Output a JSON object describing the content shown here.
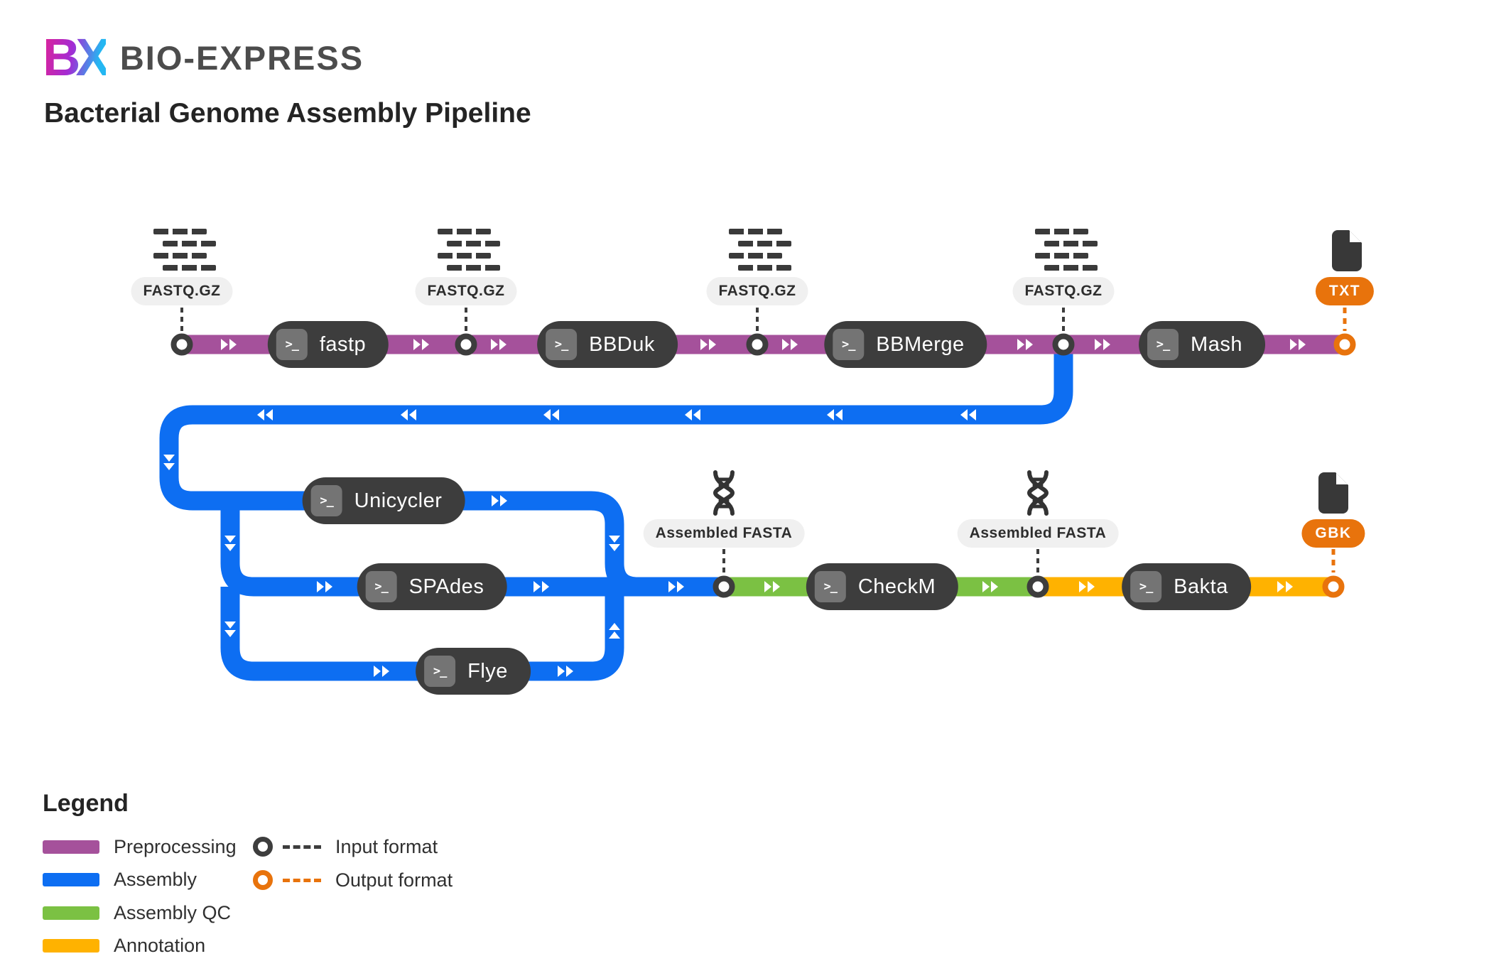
{
  "brand": {
    "logo_mark": "BX",
    "logo_text": "BIO-EXPRESS"
  },
  "page_title": "Bacterial Genome Assembly Pipeline",
  "ui": {
    "terminal_prompt": ">_"
  },
  "io": {
    "fastq_gz": "FASTQ.GZ",
    "assembled_fasta": "Assembled FASTA",
    "txt": "TXT",
    "gbk": "GBK"
  },
  "tools": [
    {
      "label": "fastp",
      "stage": "Preprocessing"
    },
    {
      "label": "BBDuk",
      "stage": "Preprocessing"
    },
    {
      "label": "BBMerge",
      "stage": "Preprocessing"
    },
    {
      "label": "Mash",
      "stage": "Preprocessing"
    },
    {
      "label": "Unicycler",
      "stage": "Assembly"
    },
    {
      "label": "SPAdes",
      "stage": "Assembly"
    },
    {
      "label": "Flye",
      "stage": "Assembly"
    },
    {
      "label": "CheckM",
      "stage": "Assembly QC"
    },
    {
      "label": "Bakta",
      "stage": "Annotation"
    }
  ],
  "colors": {
    "preprocessing": "#a5519b",
    "assembly": "#0d6ef2",
    "assembly_qc": "#7bc143",
    "annotation": "#ffb200",
    "output_accent": "#e8730c",
    "node": "#3d3d3d"
  },
  "legend": {
    "title": "Legend",
    "items": [
      {
        "label": "Preprocessing",
        "color": "#a5519b"
      },
      {
        "label": "Assembly",
        "color": "#0d6ef2"
      },
      {
        "label": "Assembly QC",
        "color": "#7bc143"
      },
      {
        "label": "Annotation",
        "color": "#ffb200"
      }
    ],
    "markers": [
      {
        "label": "Input format"
      },
      {
        "label": "Output format"
      }
    ]
  }
}
